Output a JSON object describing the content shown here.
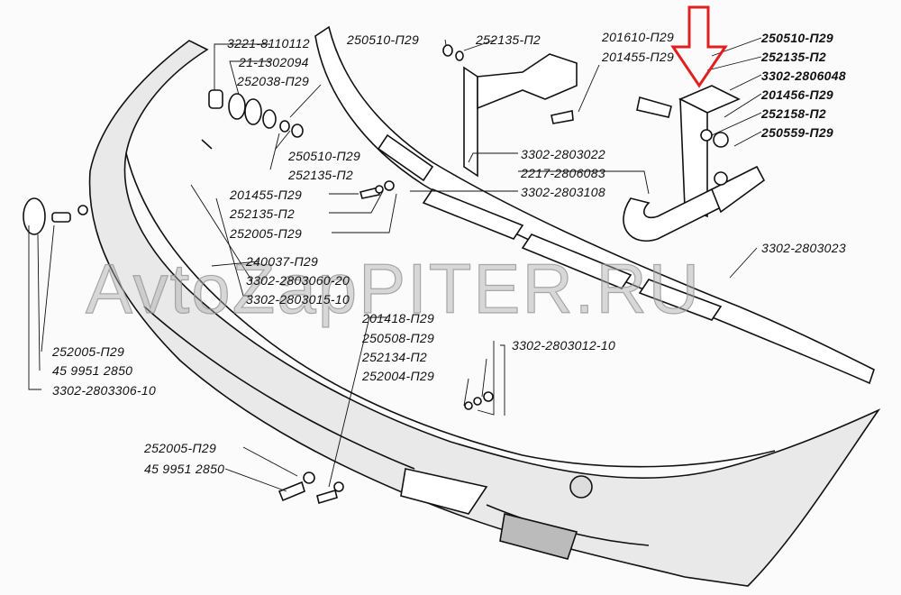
{
  "watermark": "AvtoZapPITER.RU",
  "arrow_color": "#e02020",
  "labels": {
    "l1": "3221-8110112",
    "l2": "21-1302094",
    "l3": "252038-П29",
    "l4": "250510-П29",
    "l5": "252135-П2",
    "l6": "201455-П29",
    "l7": "252135-П2",
    "l8": "252005-П29",
    "l9": "250510-П29",
    "l10": "252135-П2",
    "l11": "201610-П29",
    "l12": "201455-П29",
    "l13": "3302-2803022",
    "l14": "2217-2806083",
    "l15": "3302-2803108",
    "l16": "250510-П29",
    "l17": "252135-П2",
    "l18": "3302-2806048",
    "l19": "201456-П29",
    "l20": "252158-П2",
    "l21": "250559-П29",
    "l22": "3302-2803023",
    "l23": "240037-П29",
    "l24": "3302-2803060-20",
    "l25": "3302-2803015-10",
    "l26": "201418-П29",
    "l27": "250508-П29",
    "l28": "252134-П2",
    "l29": "252004-П29",
    "l30": "3302-2803012-10",
    "l31": "252005-П29",
    "l32": "45 9951 2850",
    "l33": "3302-2803306-10",
    "l34": "252005-П29",
    "l35": "45 9951 2850"
  }
}
